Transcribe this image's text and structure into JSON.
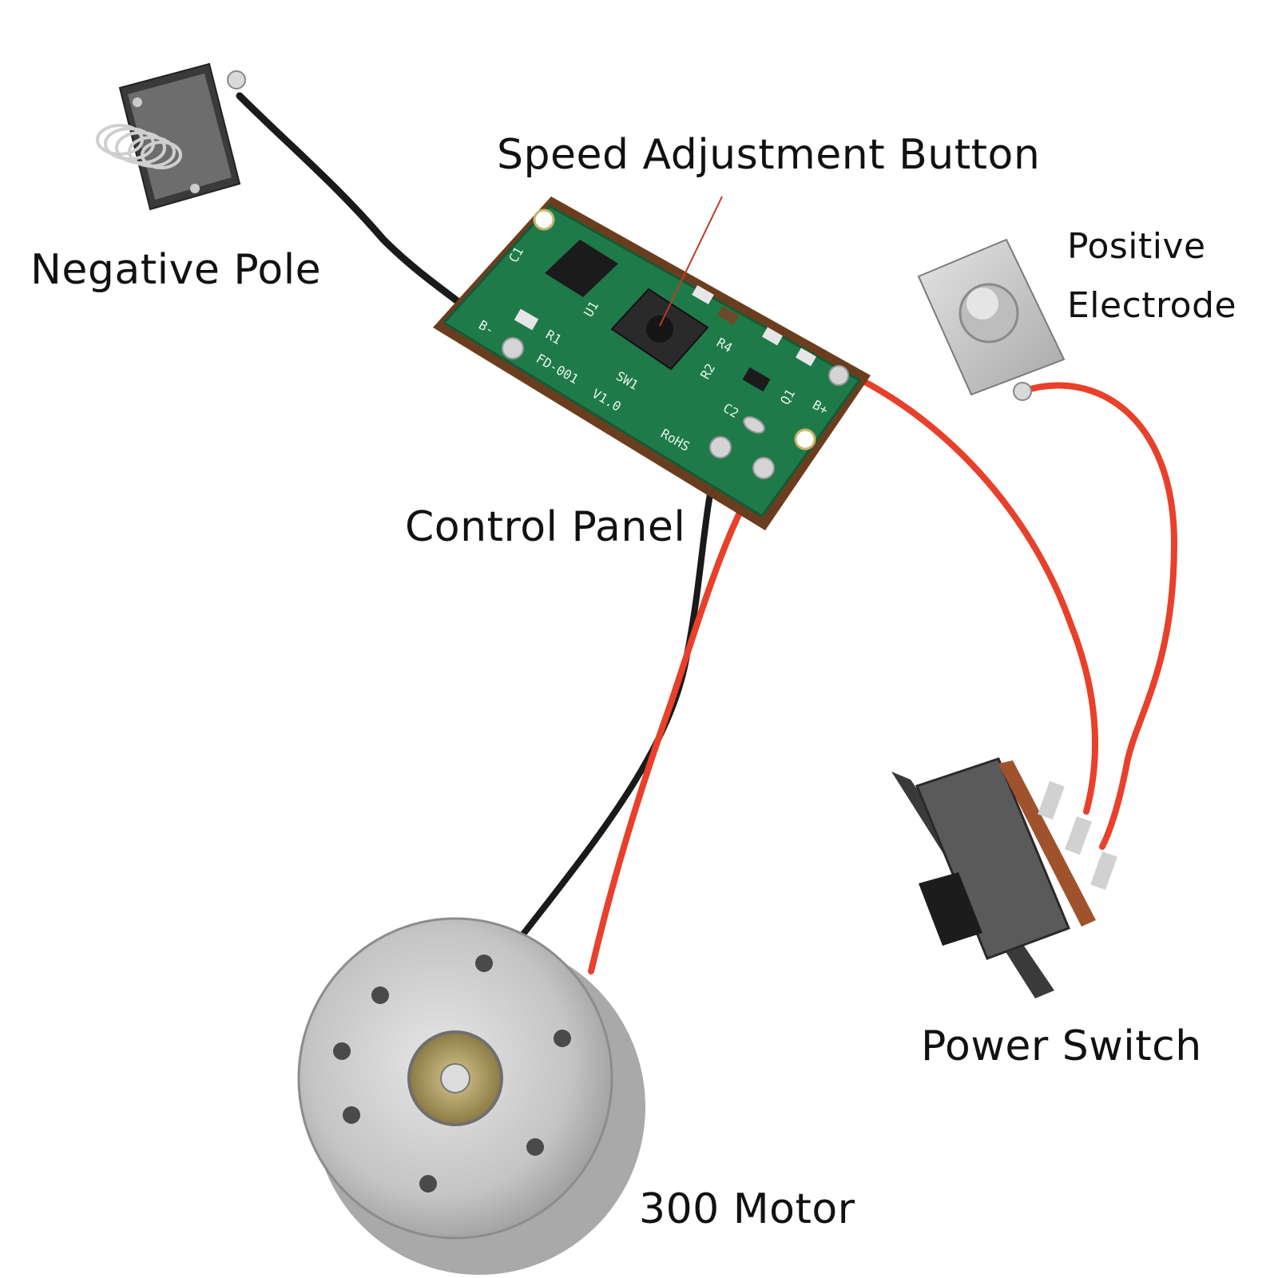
{
  "labels": {
    "speed_button": "Speed Adjustment Button",
    "negative_pole": "Negative Pole",
    "positive_electrode_line1": "Positive",
    "positive_electrode_line2": "Electrode",
    "control_panel": "Control Panel",
    "power_switch": "Power Switch",
    "motor": "300 Motor"
  },
  "board_silkscreen": {
    "model": "FD-001",
    "version": "V1.0",
    "rohs": "RoHS",
    "switch_ref": "SW1",
    "b_minus": "B-",
    "b_plus": "B+",
    "c1": "C1",
    "c2": "C2",
    "r1": "R1",
    "r2": "R2",
    "r4": "R4",
    "u1": "U1",
    "q1": "Q1"
  },
  "colors": {
    "pcb": "#1f7a4a",
    "pcb_edge": "#6b3d1f",
    "wire_red": "#e8402a",
    "wire_black": "#1a1a1a",
    "metal": "#c9c9c9",
    "pointer_line": "#c0392b",
    "text": "#111111"
  }
}
